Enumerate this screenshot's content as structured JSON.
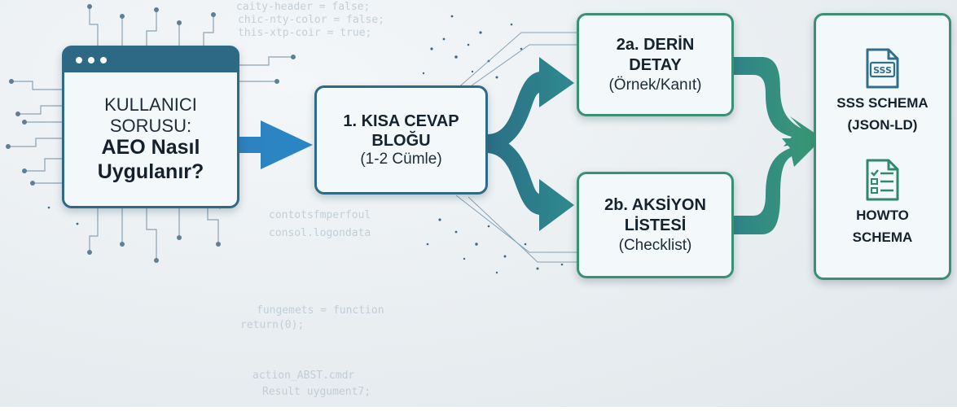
{
  "user_question": {
    "line1": "KULLANICI",
    "line2": "SORUSU:",
    "line3": "AEO Nasıl",
    "line4": "Uygulanır?"
  },
  "short_answer": {
    "title1": "1. KISA CEVAP",
    "title2": "BLOĞU",
    "subtitle": "(1-2 Cümle)"
  },
  "deep_detail": {
    "title1": "2a. DERİN",
    "title2": "DETAY",
    "subtitle": "(Örnek/Kanıt)"
  },
  "action_list": {
    "title1": "2b. AKSİYON",
    "title2": "LİSTESİ",
    "subtitle": "(Checklist)"
  },
  "schema": {
    "faq_line1": "SSS SCHEMA",
    "faq_line2": "(JSON-LD)",
    "faq_icon_text": "SSS",
    "howto_line1": "HOWTO",
    "howto_line2": "SCHEMA"
  },
  "background_code": [
    "caity-header = false;",
    "chic-nty-color = false;",
    "this-xtp-coir = true;",
    "contotsfmperfoul",
    "consol.logondata",
    "fungemets = function",
    "return(0);",
    "action_ABST.cmdr",
    "Result uygument7;"
  ],
  "colors": {
    "blue": "#2e6a86",
    "arrow_blue": "#2f7fc0",
    "teal": "#2f7f8a",
    "green": "#3a9073"
  }
}
